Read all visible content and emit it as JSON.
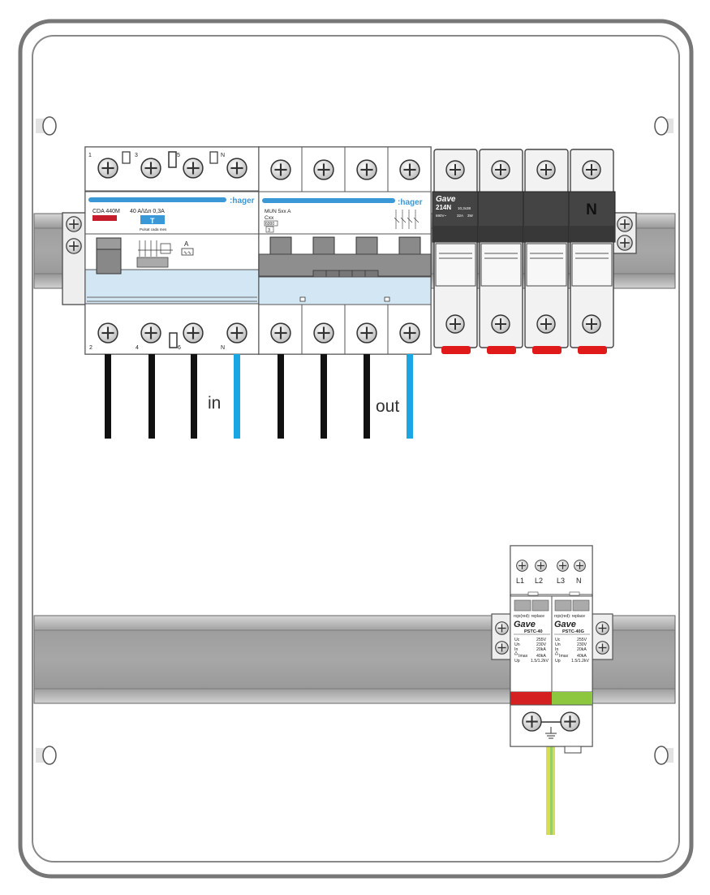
{
  "colors": {
    "enclosure_border": "#777777",
    "rail": "#a9a9a9",
    "hager_blue": "#3a98d6",
    "neutral_wire": "#1aa6e2",
    "phase_wire": "#111111",
    "indicator_red": "#d42020",
    "indicator_green": "#8dc63f",
    "earth_wire_yellow": "#d8dc55",
    "earth_wire_green": "#9ccc65",
    "fuse_cap": "#444444",
    "fuse_lock": "#e01a1a"
  },
  "rcd": {
    "terminal_top": [
      "1",
      "3",
      "5",
      "N"
    ],
    "terminal_bottom": [
      "2",
      "4",
      "6",
      "N"
    ],
    "brand": ":hager",
    "model": "CDA 440M",
    "rating": "40 A/IΔn 0,3A",
    "test_caption": "Pulsat cada mes",
    "type_mark": "A"
  },
  "mcb": {
    "brand": ":hager",
    "model": "MUN 5xx A",
    "curve": "Cxx",
    "capacity": "6000",
    "class": "3"
  },
  "fuse_base": {
    "brand": "Gave",
    "model": "214N",
    "fuse_size": "10,3x38",
    "voltage": "690V~",
    "current": "32A",
    "power": "3W",
    "neutral_mark": "N"
  },
  "wires": {
    "in_label": "in",
    "out_label": "out"
  },
  "spd": {
    "terminals": [
      "L1",
      "L2",
      "L3",
      "N"
    ],
    "indicator_caption": "rojo(red): replace",
    "brand": "Gave",
    "modules": [
      {
        "model": "PSTC-40",
        "specs": [
          {
            "k": "Uc",
            "v": "255V"
          },
          {
            "k": "Un",
            "v": "230V"
          },
          {
            "k": "In",
            "v": "20kA"
          },
          {
            "k": "Imax",
            "v": "40kA"
          },
          {
            "k": "Up",
            "v": "1.5/1.2kV"
          }
        ]
      },
      {
        "model": "PSTC-40G",
        "specs": [
          {
            "k": "Uc",
            "v": "255V"
          },
          {
            "k": "Un",
            "v": "230V"
          },
          {
            "k": "In",
            "v": "20kA"
          },
          {
            "k": "Imax",
            "v": "40kA"
          },
          {
            "k": "Up",
            "v": "1.5/1.2kV"
          }
        ]
      }
    ]
  }
}
